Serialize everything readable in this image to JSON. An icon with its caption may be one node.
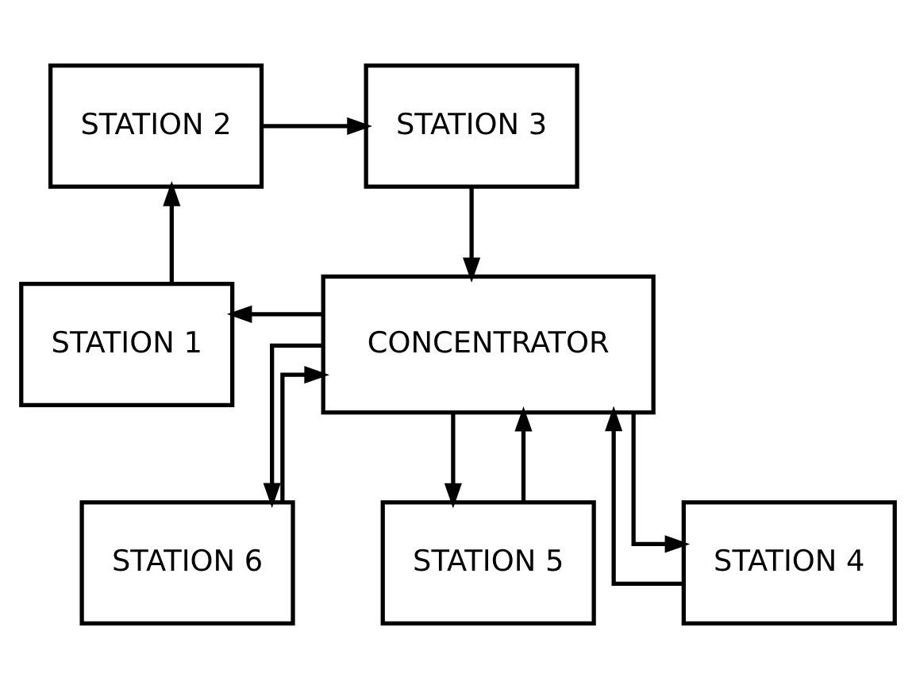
{
  "diagram": {
    "nodes": [
      {
        "text": [
          "STATION 2"
        ]
      },
      {
        "text": [
          "STATION 3"
        ]
      },
      {
        "text": [
          "STATION 1"
        ]
      },
      {
        "text": [
          "CONCENTRATOR"
        ]
      },
      {
        "text": [
          "STATION 6"
        ]
      },
      {
        "text": [
          "STATION 5"
        ]
      },
      {
        "text": [
          "STATION 4"
        ]
      }
    ],
    "edges": [
      {
        "from": 2,
        "to": 0,
        "arrow": "to"
      },
      {
        "from": 0,
        "to": 1,
        "arrow": "to"
      },
      {
        "from": 3,
        "to": 2,
        "arrow": "to"
      },
      {
        "from": 1,
        "to": 3,
        "arrow": "to"
      },
      {
        "from": 4,
        "to": 3,
        "arrow": "to"
      },
      {
        "from": 3,
        "to": 4,
        "arrow": "to"
      },
      {
        "from": 5,
        "to": 3,
        "arrow": "to"
      },
      {
        "from": 3,
        "to": 5,
        "arrow": "to"
      },
      {
        "from": 6,
        "to": 3,
        "arrow": "to"
      },
      {
        "from": 3,
        "to": 6,
        "arrow": "to"
      }
    ]
  }
}
